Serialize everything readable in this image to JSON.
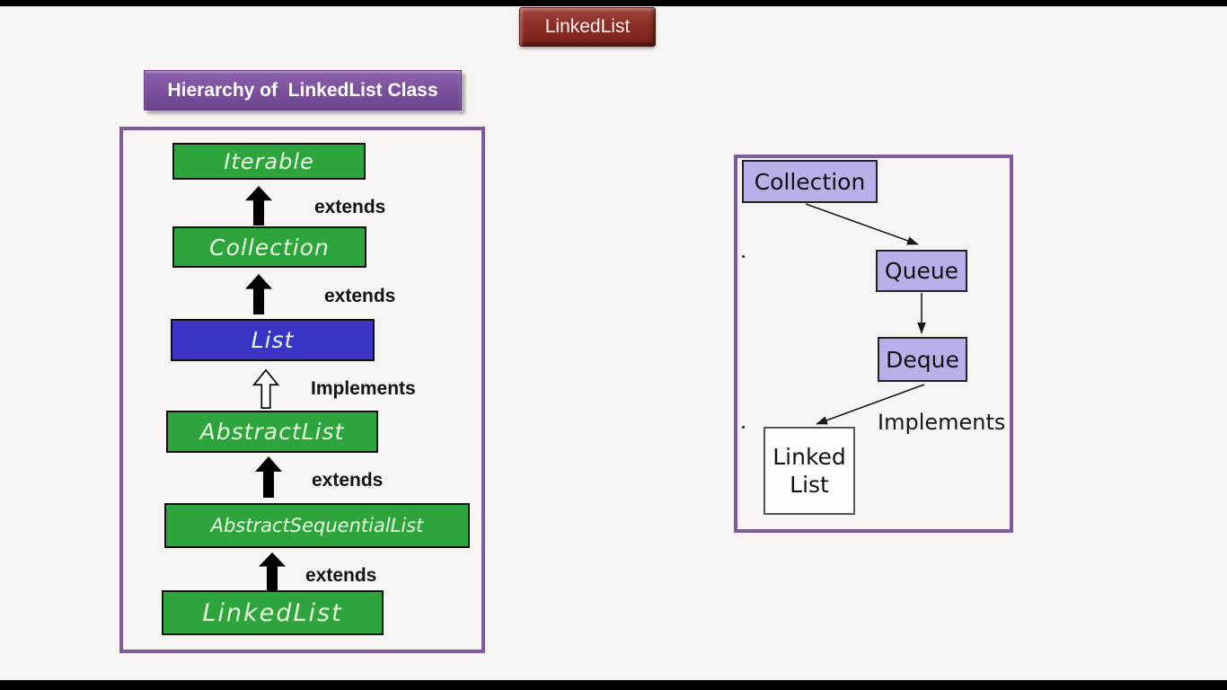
{
  "header": {
    "button_label": "LinkedList",
    "banner_title": "Hierarchy of  LinkedList Class"
  },
  "left_diagram": {
    "nodes": [
      {
        "label": "Iterable",
        "color": "#2da53c"
      },
      {
        "label": "Collection",
        "color": "#2da53c"
      },
      {
        "label": "List",
        "color": "#3b35c6"
      },
      {
        "label": "AbstractList",
        "color": "#2da53c"
      },
      {
        "label": "AbstractSequentialList",
        "color": "#2da53c"
      },
      {
        "label": "LinkedList",
        "color": "#2da53c"
      }
    ],
    "edges": [
      {
        "label": "extends",
        "arrow": "solid-black"
      },
      {
        "label": "extends",
        "arrow": "solid-black"
      },
      {
        "label": "Implements",
        "arrow": "hollow"
      },
      {
        "label": "extends",
        "arrow": "solid-black"
      },
      {
        "label": "extends",
        "arrow": "solid-black"
      }
    ]
  },
  "right_diagram": {
    "nodes": [
      {
        "label": "Collection",
        "fill": "#b9b0e9"
      },
      {
        "label": "Queue",
        "fill": "#b9b0e9"
      },
      {
        "label": "Deque",
        "fill": "#b9b0e9"
      },
      {
        "label": "Linked List",
        "fill": "#ffffff"
      }
    ],
    "edge_label": "Implements"
  },
  "colors": {
    "background": "#f7f5f4",
    "panel_border": "#7e5a9e",
    "banner_purple": "#7b4f9d",
    "button_maroon": "#8c2e26",
    "green_node": "#2da53c",
    "blue_node": "#3b35c6",
    "lavender_node": "#b9b0e9"
  }
}
